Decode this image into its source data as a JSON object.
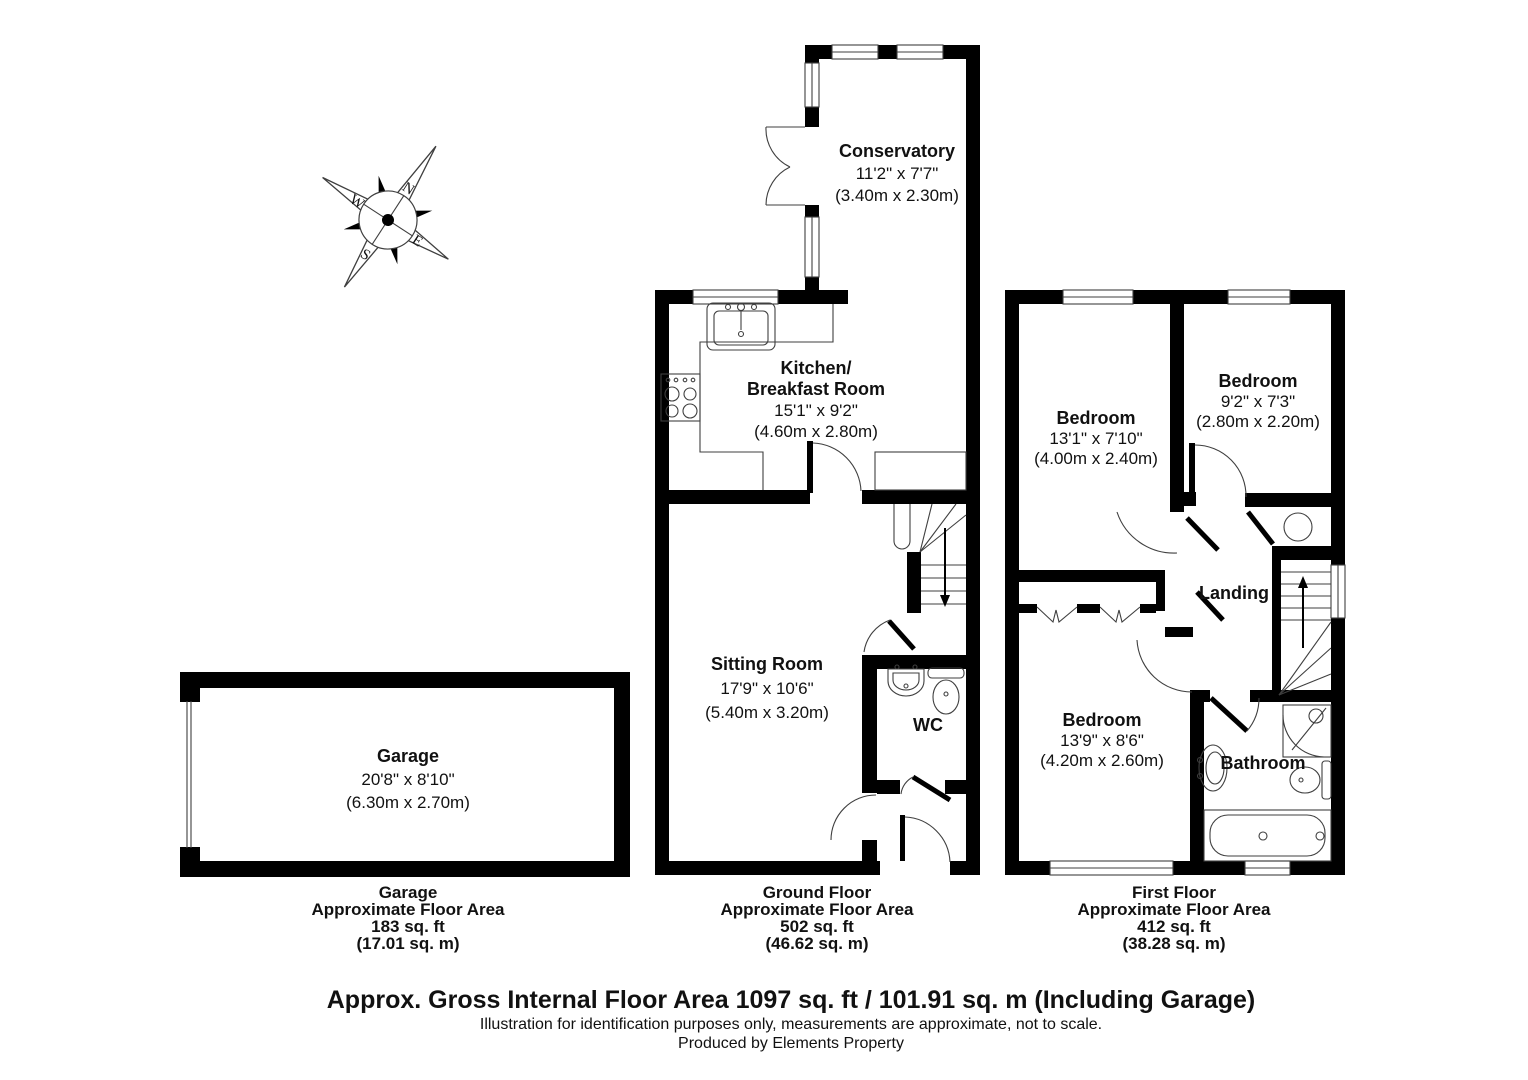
{
  "compass": {
    "n": "N",
    "e": "E",
    "s": "S",
    "w": "W"
  },
  "rooms": {
    "conservatory": {
      "name": "Conservatory",
      "imperial": "11'2\" x 7'7\"",
      "metric": "(3.40m x 2.30m)"
    },
    "kitchen": {
      "name_line1": "Kitchen/",
      "name_line2": "Breakfast Room",
      "imperial": "15'1\" x 9'2\"",
      "metric": "(4.60m x 2.80m)"
    },
    "sitting_room": {
      "name": "Sitting Room",
      "imperial": "17'9\" x 10'6\"",
      "metric": "(5.40m x 3.20m)"
    },
    "wc": {
      "name": "WC"
    },
    "garage": {
      "name": "Garage",
      "imperial": "20'8\" x 8'10\"",
      "metric": "(6.30m x 2.70m)"
    },
    "bedroom1": {
      "name": "Bedroom",
      "imperial": "13'1\" x 7'10\"",
      "metric": "(4.00m x 2.40m)"
    },
    "bedroom2": {
      "name": "Bedroom",
      "imperial": "9'2\" x 7'3\"",
      "metric": "(2.80m x 2.20m)"
    },
    "bedroom3": {
      "name": "Bedroom",
      "imperial": "13'9\" x 8'6\"",
      "metric": "(4.20m x 2.60m)"
    },
    "landing": {
      "name": "Landing"
    },
    "bathroom": {
      "name": "Bathroom"
    }
  },
  "floor_areas": {
    "garage": {
      "title": "Garage",
      "subtitle": "Approximate Floor Area",
      "sqft": "183 sq. ft",
      "sqm": "(17.01 sq. m)"
    },
    "ground": {
      "title": "Ground Floor",
      "subtitle": "Approximate Floor Area",
      "sqft": "502 sq. ft",
      "sqm": "(46.62 sq. m)"
    },
    "first": {
      "title": "First Floor",
      "subtitle": "Approximate Floor Area",
      "sqft": "412 sq. ft",
      "sqm": "(38.28 sq. m)"
    }
  },
  "footer": {
    "headline": "Approx. Gross Internal Floor Area 1097 sq. ft / 101.91 sq. m (Including Garage)",
    "disclaimer": "Illustration for identification purposes only, measurements are approximate, not to scale.",
    "producer": "Produced by Elements Property"
  },
  "colors": {
    "wall": "#000000",
    "line": "#3f3f3f",
    "background": "#ffffff"
  }
}
